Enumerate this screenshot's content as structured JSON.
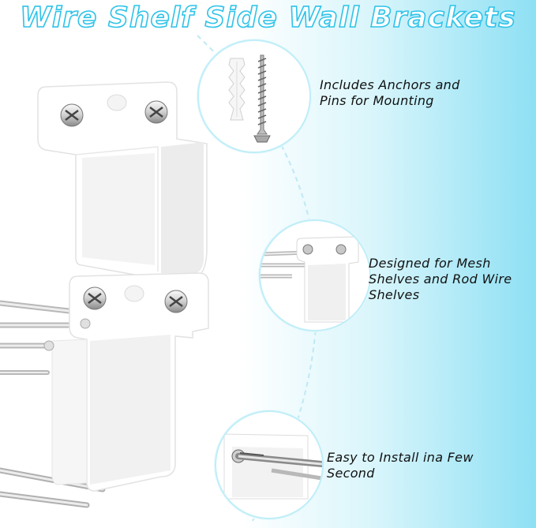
{
  "title": "Wire Shelf Side Wall Brackets",
  "features": [
    {
      "text_line1": "Includes Anchors and",
      "text_line2": "Pins for Mounting",
      "icon": "anchor-screw-icon"
    },
    {
      "text_line1": "Designed for Mesh",
      "text_line2": "Shelves and Rod Wire",
      "text_line3": "Shelves",
      "icon": "bracket-closeup-icon"
    },
    {
      "text_line1": "Easy to Install ina Few",
      "text_line2": "Second",
      "icon": "screwdriver-icon"
    }
  ],
  "colors": {
    "accent": "#2fc3e8",
    "background_gradient": "#9fe6f6",
    "bracket": "#ffffff"
  }
}
